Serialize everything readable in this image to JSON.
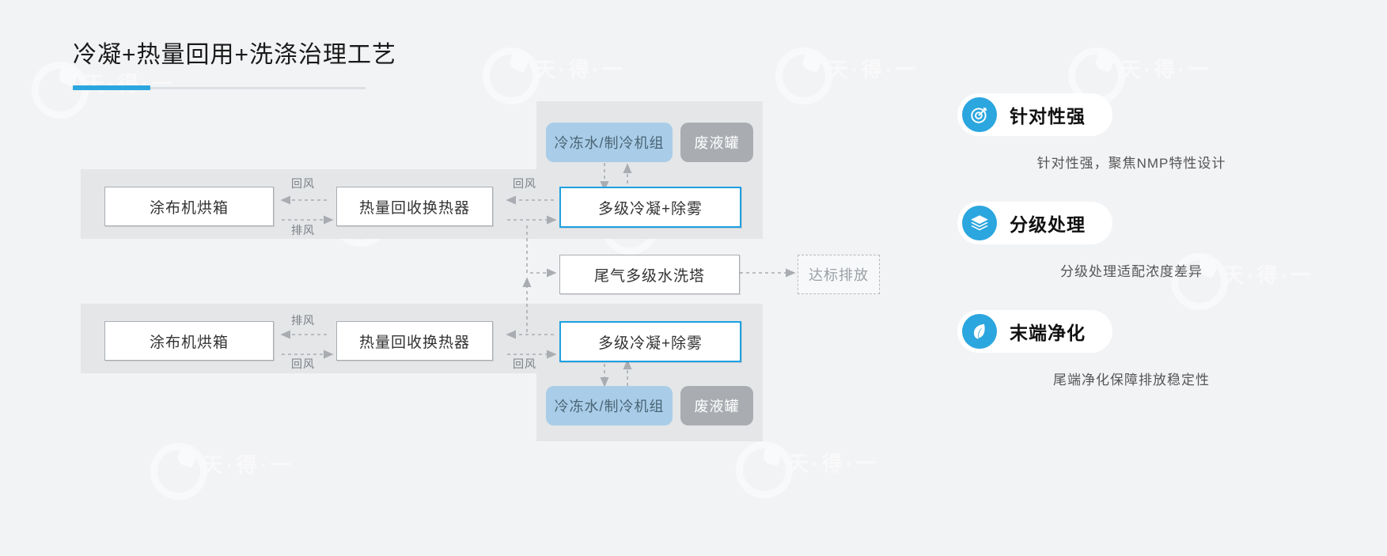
{
  "header": {
    "title": "冷凝+热量回用+洗涤治理工艺",
    "accent_color": "#2ba6de"
  },
  "diagram": {
    "top_line": {
      "oven": "涂布机烘箱",
      "exchanger": "热量回收换热器",
      "condenser": "多级冷凝+除雾",
      "chiller": "冷冻水/制冷机组",
      "waste_tank": "废液罐",
      "label_return_1": "回风",
      "label_exhaust_1": "排风",
      "label_return_2": "回风"
    },
    "middle_line": {
      "scrubber": "尾气多级水洗塔",
      "discharge": "达标排放"
    },
    "bottom_line": {
      "oven": "涂布机烘箱",
      "exchanger": "热量回收换热器",
      "condenser": "多级冷凝+除雾",
      "chiller": "冷冻水/制冷机组",
      "waste_tank": "废液罐",
      "label_exhaust_1": "排风",
      "label_return_1": "回风",
      "label_return_2": "回风"
    },
    "colors": {
      "band": "#e4e6e8",
      "highlight_border": "#1ba0e2",
      "pill_blue": "#a9cde8",
      "pill_grey": "#a9adb2"
    }
  },
  "cards": [
    {
      "icon": "target-icon",
      "title": "针对性强",
      "desc": "针对性强，聚焦NMP特性设计"
    },
    {
      "icon": "layers-icon",
      "title": "分级处理",
      "desc": "分级处理适配浓度差异"
    },
    {
      "icon": "leaf-icon",
      "title": "末端净化",
      "desc": "尾端净化保障排放稳定性"
    }
  ],
  "watermarks": [
    {
      "text": "天·得·一"
    },
    {
      "text": "天·得·一"
    },
    {
      "text": "天·得·一"
    },
    {
      "text": "天·得·一"
    },
    {
      "text": "天·得·一"
    },
    {
      "text": "天·得·一"
    },
    {
      "text": "天·得·一"
    },
    {
      "text": "天·得·一"
    },
    {
      "text": "天·得·一"
    },
    {
      "text": "天·得·一"
    },
    {
      "text": "天·得·一"
    },
    {
      "text": "天·得·一"
    }
  ]
}
